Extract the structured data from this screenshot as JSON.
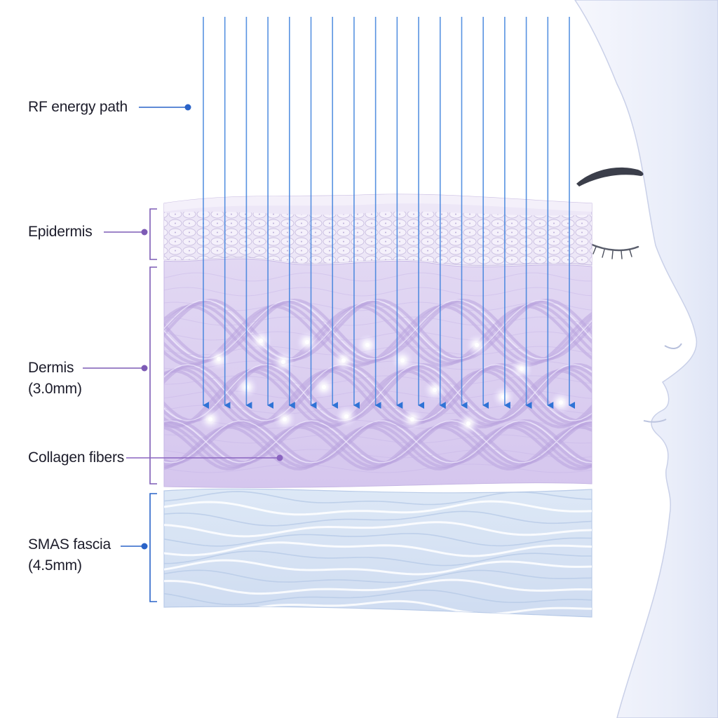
{
  "labels": {
    "rf": {
      "text": "RF energy path",
      "color": "#2a63c8"
    },
    "epidermis": {
      "text": "Epidermis",
      "color": "#7d5bb5"
    },
    "dermis": {
      "line1": "Dermis",
      "line2": "(3.0mm)",
      "color": "#7d5bb5"
    },
    "collagen": {
      "text": "Collagen fibers",
      "color": "#8a64c0"
    },
    "smas": {
      "line1": "SMAS fascia",
      "line2": "(4.5mm)",
      "color": "#2a63c8"
    }
  },
  "colors": {
    "arrow": "#3a7fdc",
    "epidermis": "#ece6f6",
    "dermis": "#dccff0",
    "fiber": "#b9a4de",
    "fascia": "#d6e2f3",
    "face": "#eef1fb",
    "face_outline": "#c3cbe4"
  },
  "rf_arrow_count": 18
}
